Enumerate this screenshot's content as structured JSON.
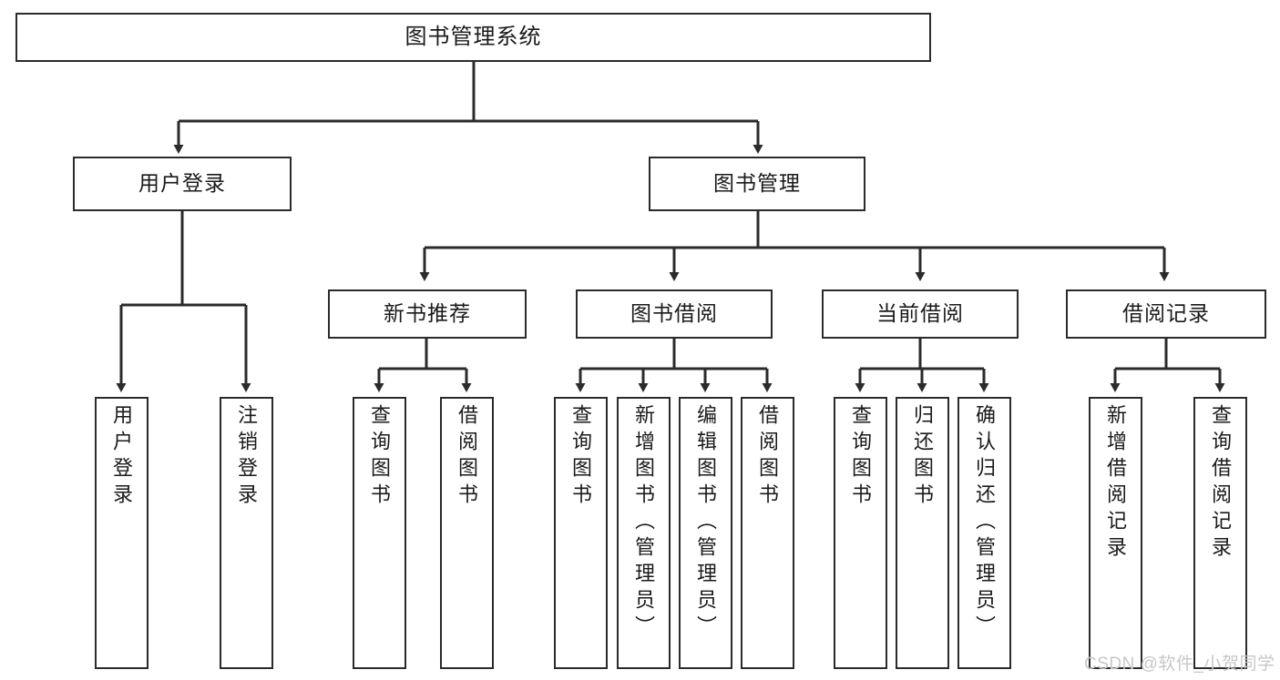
{
  "diagram": {
    "type": "tree",
    "title": "图书管理系统",
    "orientation": "top-down",
    "colors": {
      "box_border": "#2b2b2b",
      "box_fill": "#ffffff",
      "connector": "#2b2b2b",
      "text": "#1a1a1a",
      "watermark": "#c7c7c7"
    },
    "root": {
      "label": "图书管理系统"
    },
    "level2": [
      {
        "label": "用户登录"
      },
      {
        "label": "图书管理"
      }
    ],
    "level3": [
      {
        "label": "新书推荐"
      },
      {
        "label": "图书借阅"
      },
      {
        "label": "当前借阅"
      },
      {
        "label": "借阅记录"
      }
    ],
    "leaves": {
      "user_login": [
        {
          "label": "用户登录"
        },
        {
          "label": "注销登录"
        }
      ],
      "new_book_recommend": [
        {
          "label": "查询图书"
        },
        {
          "label": "借阅图书"
        }
      ],
      "book_borrow": [
        {
          "label": "查询图书"
        },
        {
          "label": "新增图书（管理员）"
        },
        {
          "label": "编辑图书（管理员）"
        },
        {
          "label": "借阅图书"
        }
      ],
      "current_borrow": [
        {
          "label": "查询图书"
        },
        {
          "label": "归还图书"
        },
        {
          "label": "确认归还（管理员）"
        }
      ],
      "borrow_record": [
        {
          "label": "新增借阅记录"
        },
        {
          "label": "查询借阅记录"
        }
      ]
    }
  },
  "watermark": {
    "text": "CSDN @软件_小贺同学"
  }
}
